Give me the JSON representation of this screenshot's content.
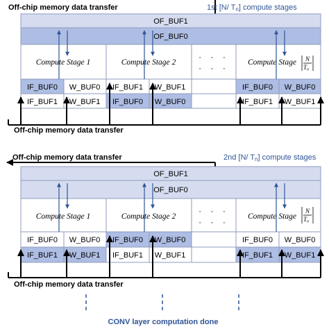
{
  "offchip_transfer_label": "Off-chip memory data transfer",
  "panels": [
    {
      "stage_caption": "1st [N/ T",
      "stage_caption_sub": "n",
      "stage_caption_tail": "] compute stages",
      "of_buf_top": "OF_BUF1",
      "of_buf_bottom": "OF_BUF0",
      "stages": [
        {
          "title": "Compute Stage 1",
          "if_top": "IF_BUF0",
          "w_top": "W_BUF0",
          "if_bottom": "IF_BUF1",
          "w_bottom": "W_BUF1"
        },
        {
          "title": "Compute Stage 2",
          "if_top": "IF_BUF1",
          "w_top": "W_BUF1",
          "if_bottom": "IF_BUF0",
          "w_bottom": "W_BUF0"
        },
        {
          "title": "Compute Stage",
          "if_top": "IF_BUF0",
          "w_top": "W_BUF0",
          "if_bottom": "IF_BUF1",
          "w_bottom": "W_BUF1",
          "frac_num": "N",
          "frac_den": "T",
          "frac_den_sub": "n"
        }
      ],
      "ellipsis": "· · ·"
    },
    {
      "stage_caption": "2nd [N/ T",
      "stage_caption_sub": "n",
      "stage_caption_tail": "] compute stages",
      "of_buf_top": "OF_BUF1",
      "of_buf_bottom": "OF_BUF0",
      "stages": [
        {
          "title": "Compute Stage 1",
          "if_top": "IF_BUF0",
          "w_top": "W_BUF0",
          "if_bottom": "IF_BUF1",
          "w_bottom": "W_BUF1"
        },
        {
          "title": "Compute Stage 2",
          "if_top": "IF_BUF0",
          "w_top": "W_BUF0",
          "if_bottom": "IF_BUF1",
          "w_bottom": "W_BUF1"
        },
        {
          "title": "Compute Stage",
          "if_top": "IF_BUF0",
          "w_top": "W_BUF0",
          "if_bottom": "IF_BUF1",
          "w_bottom": "W_BUF1",
          "frac_num": "N",
          "frac_den": "T",
          "frac_den_sub": "n"
        }
      ],
      "ellipsis": "· · ·"
    }
  ],
  "done_label": "CONV layer computation done",
  "colors": {
    "buffer_fill": "#d6dcf0",
    "buffer_active_fill": "#aebde3",
    "border": "#8f9bbd",
    "arrow_blue": "#2f5597",
    "caption_blue": "#2f5597"
  }
}
